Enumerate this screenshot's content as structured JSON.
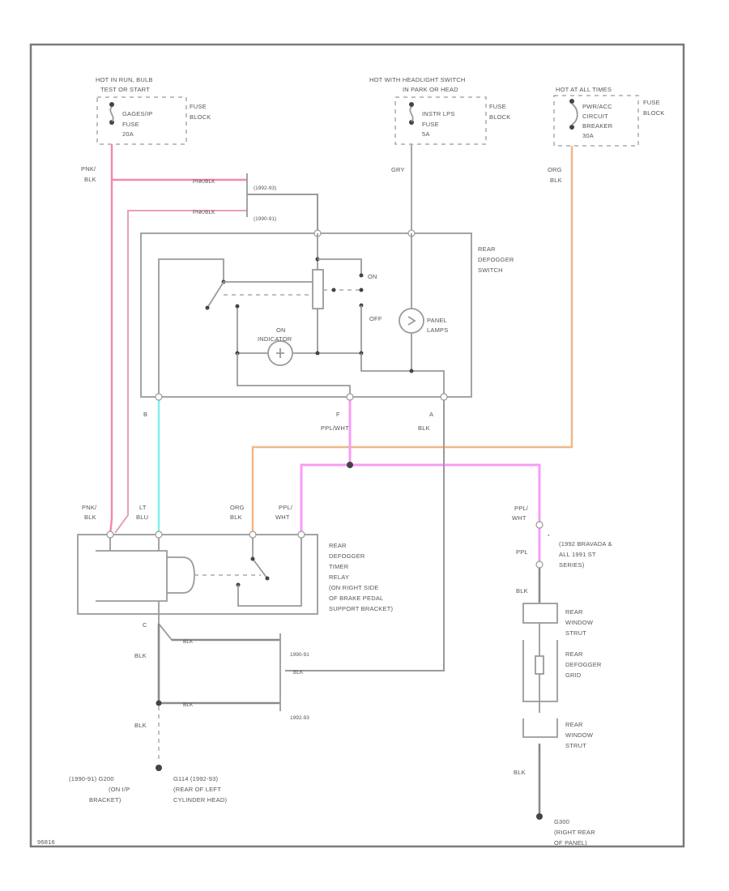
{
  "diagram": {
    "title": "Rear Defogger Wiring Diagram",
    "figure_id": "96816",
    "wire_colors": {
      "pnk_blk": "#f28cab",
      "pnk_blk_2": "#e9a0b6",
      "lt_blu": "#7ff0ec",
      "org_blk": "#f0b887",
      "ppl_wht": "#f79cf7",
      "gry": "#a8a8a8",
      "blk": "#8a8a8a"
    },
    "fuses": [
      {
        "header": [
          "HOT IN RUN, BULB",
          "TEST OR START"
        ],
        "name": [
          "GAGES/IP",
          "FUSE",
          "20A"
        ],
        "block": [
          "FUSE",
          "BLOCK"
        ]
      },
      {
        "header": [
          "HOT WITH HEADLIGHT SWITCH",
          "IN PARK OR HEAD"
        ],
        "name": [
          "INSTR LPS",
          "FUSE",
          "5A"
        ],
        "block": [
          "FUSE",
          "BLOCK"
        ]
      },
      {
        "header": [
          "HOT AT ALL TIMES"
        ],
        "name": [
          "PWR/ACC",
          "CIRCUIT",
          "BREAKER",
          "30A"
        ],
        "block": [
          "FUSE",
          "BLOCK"
        ]
      }
    ],
    "wire_labels": {
      "pnk_blk": [
        "PNK/",
        "BLK"
      ],
      "pnk_blk_inline_1": "PNK/BLK",
      "pnk_blk_inline_2": "PNK/BLK",
      "gry": "GRY",
      "org_blk": [
        "ORG",
        "BLK"
      ],
      "lt_blu": [
        "LT",
        "BLU"
      ],
      "org_blk_relay": [
        "ORG",
        "BLK"
      ],
      "ppl_wht_relay": [
        "PPL/",
        "WHT"
      ],
      "ppl_wht_switch": "PPL/WHT",
      "blk_switch": "BLK",
      "ppl_wht_right": [
        "PPL/",
        "WHT"
      ],
      "ppl_right": "PPL",
      "blk_right_1": "BLK",
      "blk_right_2": "BLK",
      "blk_left_1": "BLK",
      "blk_left_2": "BLK",
      "blk_inline_1": "BLK",
      "blk_inline_2": "BLK",
      "blk_inline_3": "BLK"
    },
    "pins": {
      "switch_b": "B",
      "switch_f": "F",
      "switch_a": "A",
      "relay_c": "C"
    },
    "year_notes": {
      "top_1": "(1992-93)",
      "top_2": "(1990-91)",
      "bottom_1": "1990-91",
      "bottom_2": "1992-93"
    },
    "switch": {
      "name": [
        "REAR",
        "DEFOGGER",
        "SWITCH"
      ],
      "on": "ON",
      "off": "OFF",
      "indicator": [
        "ON",
        "INDICATOR"
      ],
      "panel_lamps": [
        "PANEL",
        "LAMPS"
      ]
    },
    "relay": {
      "name": [
        "REAR",
        "DEFOGGER",
        "TIMER",
        "RELAY",
        "(ON RIGHT SIDE",
        "OF BRAKE PEDAL",
        "SUPPORT BRACKET)"
      ]
    },
    "right_note": [
      "(1992 BRAVADA &",
      "ALL 1991 ST",
      "SERIES)"
    ],
    "strut_upper": [
      "REAR",
      "WINDOW",
      "STRUT"
    ],
    "grid": [
      "REAR",
      "DEFOGGER",
      "GRID"
    ],
    "strut_lower": [
      "REAR",
      "WINDOW",
      "STRUT"
    ],
    "ground_left": [
      "(1990-91) G200",
      "(ON I/P",
      "BRACKET)"
    ],
    "ground_center": [
      "G114 (1992-93)",
      "(REAR OF LEFT",
      "CYLINDER HEAD)"
    ],
    "ground_right": [
      "G300",
      "(RIGHT REAR",
      "OF PANEL)"
    ]
  }
}
